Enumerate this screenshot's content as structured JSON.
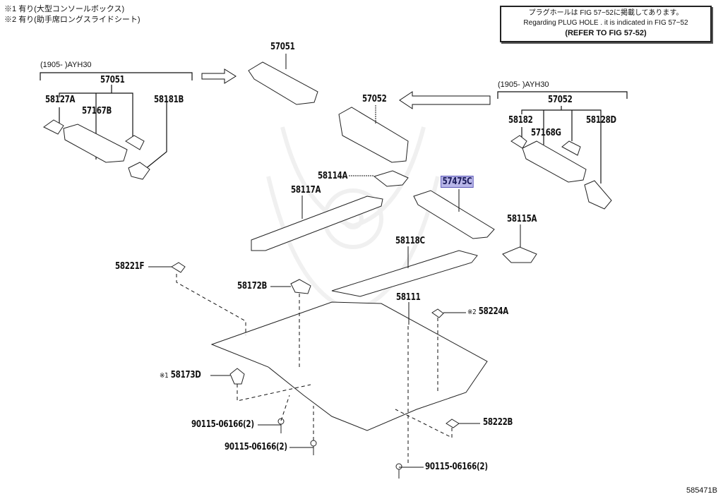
{
  "notes": [
    {
      "mark": "※1",
      "text": "有り(大型コンソールボックス)"
    },
    {
      "mark": "※2",
      "text": "有り(助手席ロングスライドシート)"
    }
  ],
  "reference_box": {
    "line1": "プラグホールは FIG 57−52に掲載してあります。",
    "line2": "Regarding  PLUG  HOLE . it is indicated in FIG  57−52",
    "line3": "(REFER TO FIG 57-52)"
  },
  "groups": {
    "left": {
      "range": "(1905-        )AYH30",
      "assembly": "57051"
    },
    "right": {
      "range": "(1905-        )AYH30",
      "assembly": "57052"
    }
  },
  "parts": {
    "p57051_top": "57051",
    "p58127A": "58127A",
    "p57167B": "57167B",
    "p58181B": "58181B",
    "p57052_mid": "57052",
    "p58182": "58182",
    "p57168G": "57168G",
    "p58128D": "58128D",
    "p58114A": "58114A",
    "p58117A": "58117A",
    "p57475C": "57475C",
    "p58115A": "58115A",
    "p58118C": "58118C",
    "p58221F": "58221F",
    "p58172B": "58172B",
    "p58111": "58111",
    "p58224A": "58224A",
    "p58224A_mark": "※2",
    "p58173D": "58173D",
    "p58173D_mark": "※1",
    "p58222B": "58222B",
    "bolt1": "90115-06166(2)",
    "bolt2": "90115-06166(2)",
    "bolt3": "90115-06166(2)"
  },
  "highlighted_part": "57475C",
  "highlight_color": "#b8b6e8",
  "figure_id": "585471B"
}
